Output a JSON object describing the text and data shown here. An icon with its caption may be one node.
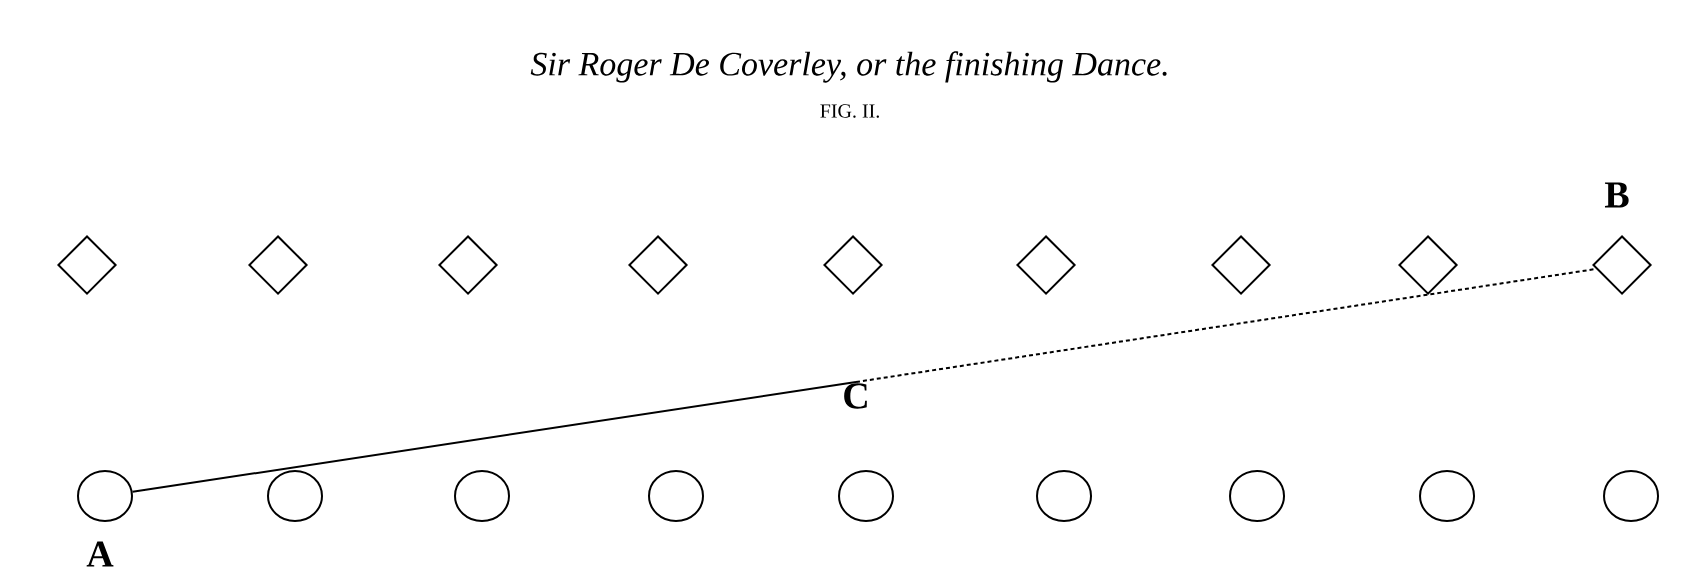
{
  "diagram": {
    "title": "Sir Roger De Coverley, or the finishing Dance.",
    "nodes": [
      {
        "text": [],
        "shape": "diamond"
      },
      {
        "text": [],
        "shape": "diamond"
      },
      {
        "text": [],
        "shape": "diamond"
      },
      {
        "text": [],
        "shape": "diamond"
      },
      {
        "text": [],
        "shape": "diamond"
      },
      {
        "text": [],
        "shape": "diamond"
      },
      {
        "text": [],
        "shape": "diamond"
      },
      {
        "text": [],
        "shape": "diamond"
      },
      {
        "text": [],
        "shape": "diamond",
        "beside": [
          "B"
        ]
      },
      {
        "text": [],
        "shape": "circle",
        "beside": [
          "A"
        ]
      },
      {
        "text": [],
        "shape": "circle"
      },
      {
        "text": [],
        "shape": "circle"
      },
      {
        "text": [],
        "shape": "circle"
      },
      {
        "text": [],
        "shape": "circle"
      },
      {
        "text": [],
        "shape": "circle"
      },
      {
        "text": [],
        "shape": "circle"
      },
      {
        "text": [],
        "shape": "circle"
      },
      {
        "text": [],
        "shape": "circle"
      },
      {
        "text": [
          "C"
        ]
      }
    ],
    "edges": [
      {
        "from": 9,
        "to": 18,
        "arrow": "none"
      },
      {
        "from": 18,
        "to": 8,
        "arrow": "none",
        "style": "dashed"
      }
    ],
    "labels": [
      "FIG. II."
    ]
  }
}
